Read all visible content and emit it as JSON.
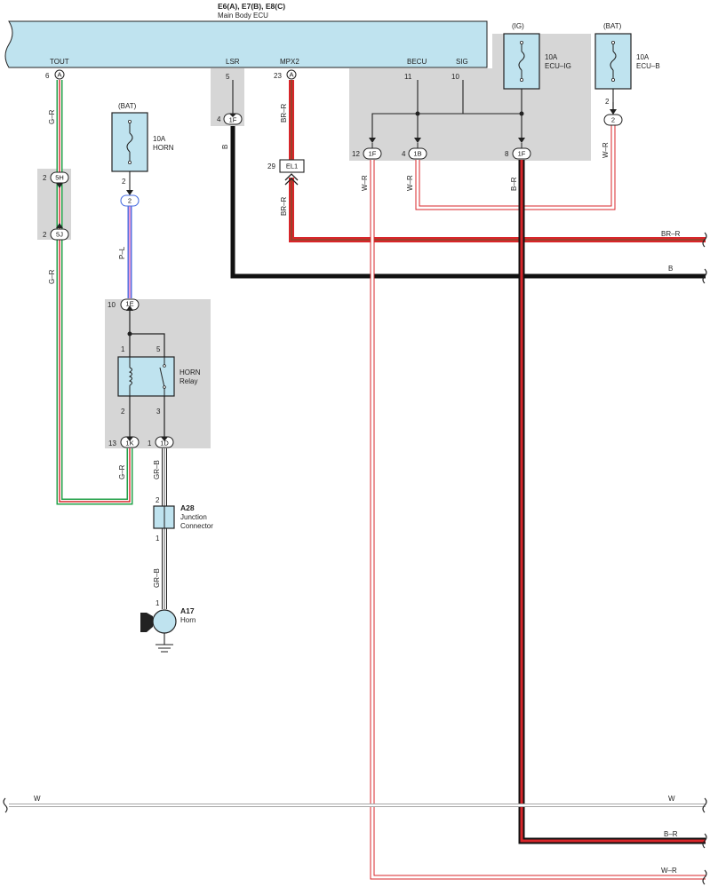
{
  "ecu": {
    "title_codes": "E6(A), E7(B), E8(C)",
    "title_name": "Main Body ECU",
    "terminals": {
      "tout": "TOUT",
      "lsr": "LSR",
      "mpx2": "MPX2",
      "becu": "BECU",
      "sig": "SIG"
    }
  },
  "pins": {
    "tout": "6",
    "lsr": "5",
    "mpx2": "23",
    "becu": "11",
    "sig": "10",
    "lsr_jc": "4",
    "h5_top": "2",
    "h5_bot": "2",
    "fuse_horn_out": "2",
    "ecub_out": "2",
    "el1": "29",
    "jc1e": "10",
    "relay_in": "1",
    "relay_sw_in": "5",
    "relay_coil_out": "2",
    "relay_sw_out": "3",
    "jc1k": "13",
    "jc1d": "1",
    "a28_top": "2",
    "a28_bot": "1",
    "horn": "1",
    "f12": "12",
    "b4": "4",
    "f8": "8"
  },
  "connectors": {
    "a": "A",
    "a2": "A",
    "f1": "1F",
    "h5": "5H",
    "j5": "5J",
    "two": "2",
    "two_b": "2",
    "e1": "1E",
    "k1": "1K",
    "d1": "1D",
    "f_left": "1F",
    "b1": "1B",
    "f_right": "1F",
    "el1": "EL1"
  },
  "fuses": {
    "horn_source": "(BAT)",
    "horn_amp": "10A",
    "horn_name": "HORN",
    "ig_source": "(IG)",
    "ig_amp": "10A",
    "ig_name": "ECU–IG",
    "bat_source": "(BAT)",
    "bat_amp": "10A",
    "bat_name": "ECU–B"
  },
  "relay": {
    "name": "HORN",
    "sub": "Relay"
  },
  "components": {
    "a28_code": "A28",
    "a28_name_1": "Junction",
    "a28_name_2": "Connector",
    "a17_code": "A17",
    "a17_name": "Horn"
  },
  "wires": {
    "tout_top": "G–R",
    "tout_bot": "G–R",
    "relay_in": "P–L",
    "lsr": "B",
    "mpx2_top": "BR–R",
    "mpx2_bot": "BR–R",
    "f12": "W–R",
    "b4": "W–R",
    "f8": "B–R",
    "ecub": "W–R",
    "relay_out_left": "G–R",
    "relay_out_right": "GR–B",
    "a28_horn": "GR–B",
    "bus_brr": "BR–R",
    "bus_b": "B",
    "bus_w_left": "W",
    "bus_w_right": "W",
    "bus_br": "B–R",
    "bus_wr": "W–R"
  },
  "colors": {
    "ecu_fill": "#bfe3ef",
    "gray_box": "#d6d6d6",
    "red": "#d8262a",
    "green": "#23a14a",
    "black": "#111111",
    "white_wire": "#f4f4f4",
    "blue_pl": "#4a6fe0",
    "pink_pl": "#e89ad6",
    "brown": "#8a4a2a",
    "gray_wire": "#9a9a9a"
  }
}
